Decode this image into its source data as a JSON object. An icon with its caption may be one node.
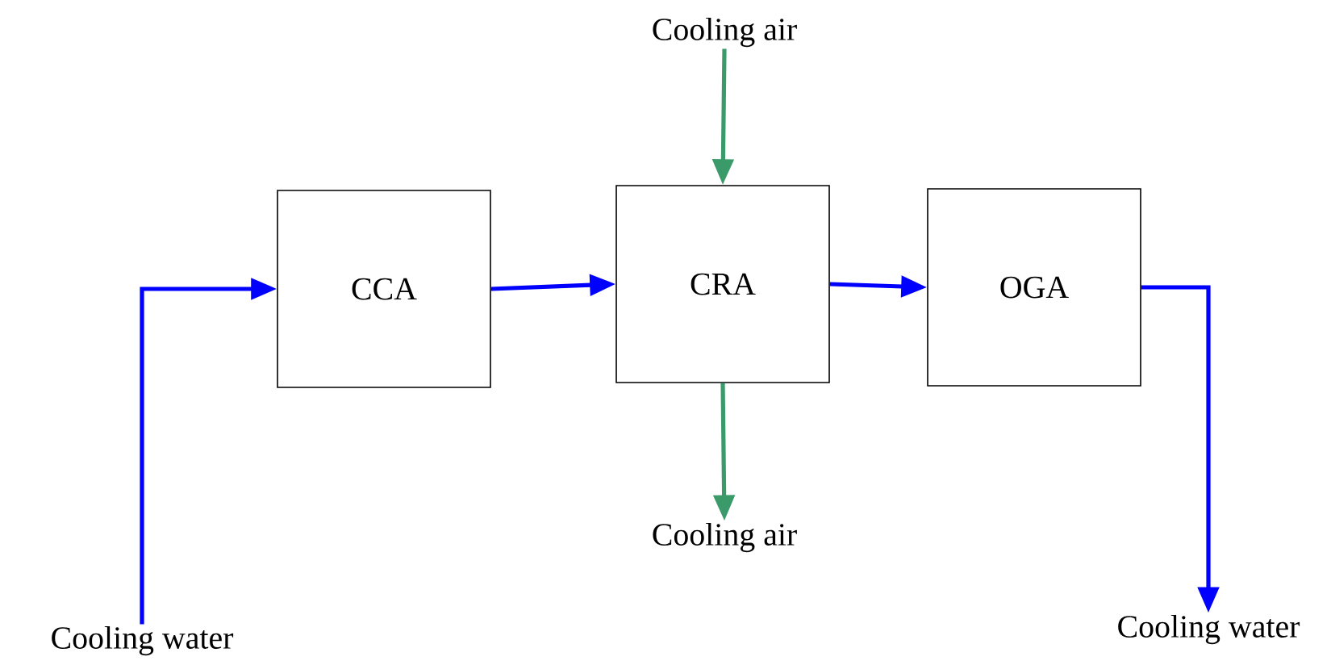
{
  "diagram": {
    "nodes": [
      {
        "text": [
          "Cooling water"
        ]
      },
      {
        "text": [
          "CCA"
        ]
      },
      {
        "text": [
          "Cooling air"
        ]
      },
      {
        "text": [
          "CRA"
        ]
      },
      {
        "text": [
          "OGA"
        ]
      },
      {
        "text": [
          "Cooling air"
        ]
      },
      {
        "text": [
          "Cooling water"
        ]
      }
    ],
    "edges": [
      {
        "from": 0,
        "to": 1,
        "arrow": "to"
      },
      {
        "from": 1,
        "to": 3,
        "arrow": "to"
      },
      {
        "from": 2,
        "to": 3,
        "arrow": "to",
        "color": "#3a9a6a"
      },
      {
        "from": 3,
        "to": 4,
        "arrow": "to"
      },
      {
        "from": 3,
        "to": 5,
        "arrow": "to",
        "color": "#3a9a6a"
      },
      {
        "from": 4,
        "to": 6,
        "arrow": "to"
      }
    ]
  }
}
